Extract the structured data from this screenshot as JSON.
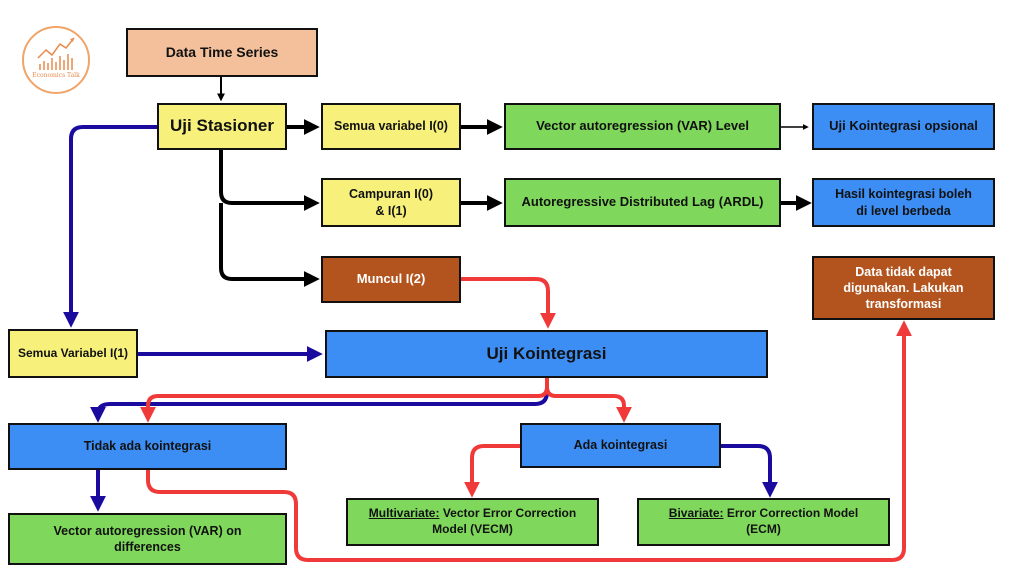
{
  "logo": {
    "text": "Economics Talk",
    "color": "#e98a4d"
  },
  "nodes": {
    "data_time_series": "Data Time Series",
    "uji_stasioner": "Uji Stasioner",
    "semua_i0": "Semua variabel I(0)",
    "var_level": "Vector autoregression (VAR) Level",
    "uji_kointegrasi_opsional": "Uji Kointegrasi opsional",
    "campuran": "Campuran I(0) & I(1)",
    "ardl": "Autoregressive Distributed Lag (ARDL)",
    "hasil_kointegrasi": "Hasil kointegrasi boleh di level berbeda",
    "muncul_i2": "Muncul I(2)",
    "data_tidak_dapat": "Data tidak dapat digunakan. Lakukan transformasi",
    "semua_i1": "Semua Variabel I(1)",
    "uji_kointegrasi": "Uji Kointegrasi",
    "tidak_ada_kointegrasi": "Tidak ada kointegrasi",
    "ada_kointegrasi": "Ada kointegrasi",
    "var_differences": "Vector autoregression (VAR) on differences",
    "vecm_prefix": "Multivariate:",
    "vecm_rest": "Vector Error Correction Model (VECM)",
    "ecm_prefix": "Bivariate:",
    "ecm_rest": "Error Correction Model (ECM)"
  },
  "colors": {
    "yellow": "#f7f17c",
    "green": "#7fd85b",
    "blue": "#3d8ef4",
    "peach": "#f4c09c",
    "brown": "#b3541e",
    "arrow_black": "#000000",
    "arrow_navy": "#1a0a9e",
    "arrow_red": "#f03a3a"
  }
}
